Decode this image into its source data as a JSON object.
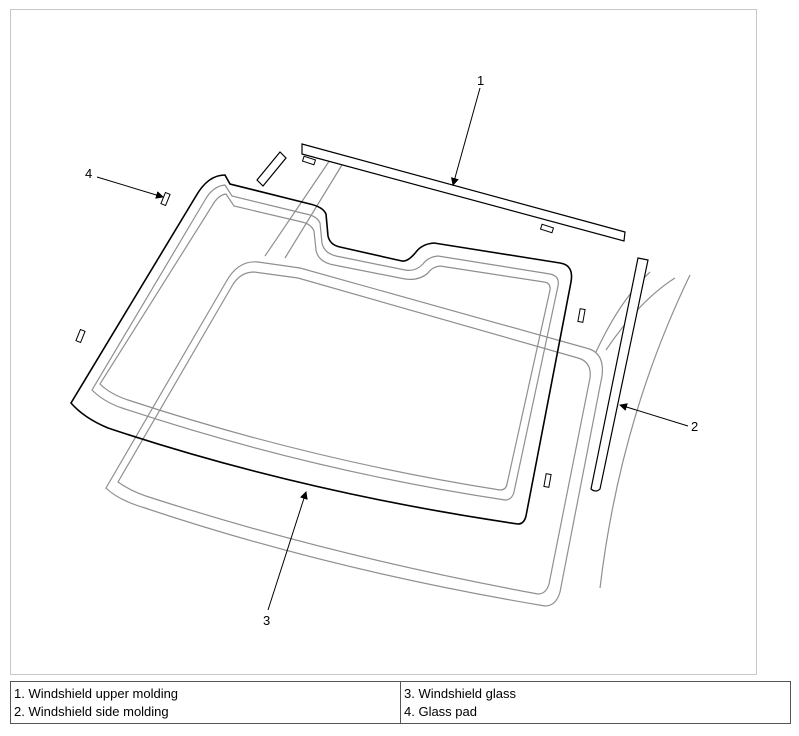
{
  "callouts": {
    "c1": "1",
    "c2": "2",
    "c3": "3",
    "c4": "4"
  },
  "legend": {
    "left": [
      "1. Windshield upper molding",
      "2. Windshield side molding"
    ],
    "right": [
      "3. Windshield glass",
      "4. Glass pad"
    ]
  },
  "colors": {
    "line": "#000000",
    "ghost_line": "#8f8f8f",
    "frame": "#c8c8c8",
    "table_border": "#555555"
  }
}
